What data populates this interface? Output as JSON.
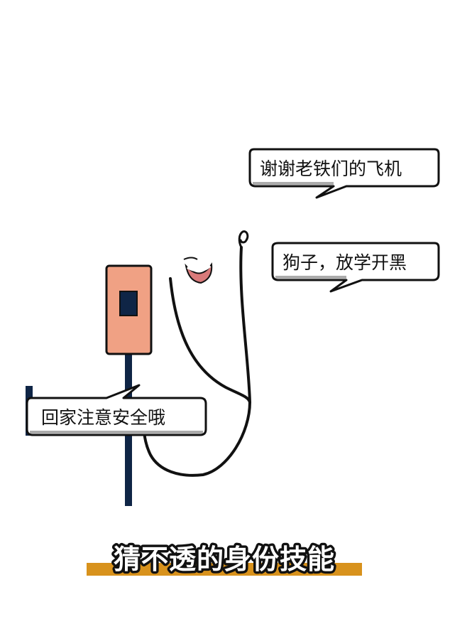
{
  "speech_bubbles": {
    "top": "谢谢老铁们的飞机",
    "middle": "狗子，放学开黑",
    "left": "回家注意安全哦"
  },
  "caption": {
    "text": "猜不透的身份技能",
    "highlight_color": "#d8921c"
  },
  "colors": {
    "box_fill": "#f0a184",
    "pole": "#0f2546",
    "outline": "#111111"
  }
}
